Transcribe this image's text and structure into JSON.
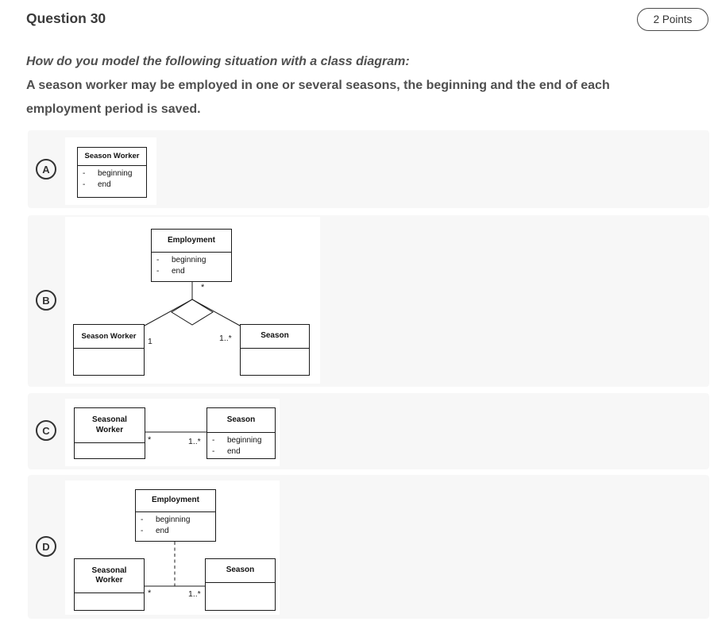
{
  "header": {
    "title": "Question 30",
    "points_badge": "2 Points"
  },
  "question": {
    "prompt": "How do you model the following situation with a class diagram:",
    "body_line1": "A season worker may be employed in one or several seasons, the beginning and the end of each",
    "body_line2": "employment period is saved."
  },
  "diagram": {
    "attr_dash": "-"
  },
  "options": {
    "a": {
      "letter": "A",
      "season_worker": {
        "title": "Season Worker",
        "attributes": [
          "beginning",
          "end"
        ]
      }
    },
    "b": {
      "letter": "B",
      "employment": {
        "title": "Employment",
        "attributes": [
          "beginning",
          "end"
        ]
      },
      "season_worker": {
        "title": "Season Worker"
      },
      "season": {
        "title": "Season"
      },
      "mult_employment": "*",
      "mult_worker": "1",
      "mult_season": "1..*"
    },
    "c": {
      "letter": "C",
      "seasonal_worker": {
        "title": "Seasonal Worker"
      },
      "season": {
        "title": "Season",
        "attributes": [
          "beginning",
          "end"
        ]
      },
      "mult_worker": "*",
      "mult_season": "1..*"
    },
    "d": {
      "letter": "D",
      "employment": {
        "title": "Employment",
        "attributes": [
          "beginning",
          "end"
        ]
      },
      "seasonal_worker": {
        "title": "Seasonal Worker"
      },
      "season": {
        "title": "Season"
      },
      "mult_worker": "*",
      "mult_season": "1..*"
    }
  },
  "colors": {
    "row_background": "#f7f7f7",
    "diagram_line": "#1b1b1b"
  }
}
